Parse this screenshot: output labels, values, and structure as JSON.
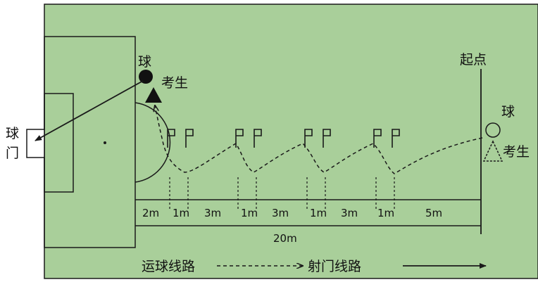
{
  "colors": {
    "field": "#a9cf9a",
    "line": "#1a1a1a"
  },
  "labels": {
    "ball_top": "球",
    "examinee_top": "考生",
    "goal": "球门",
    "goal_char1": "球",
    "goal_char2": "门",
    "start_point": "起点",
    "ball_right": "球",
    "examinee_right": "考生",
    "total_distance": "20m"
  },
  "segments": [
    "2m",
    "1m",
    "3m",
    "1m",
    "3m",
    "1m",
    "3m",
    "1m",
    "5m"
  ],
  "legend": {
    "dribble_route": "运球线路",
    "shot_route": "射门线路"
  },
  "icons": [
    "ball-icon",
    "examinee-icon",
    "flag-icon",
    "goal-icon"
  ]
}
